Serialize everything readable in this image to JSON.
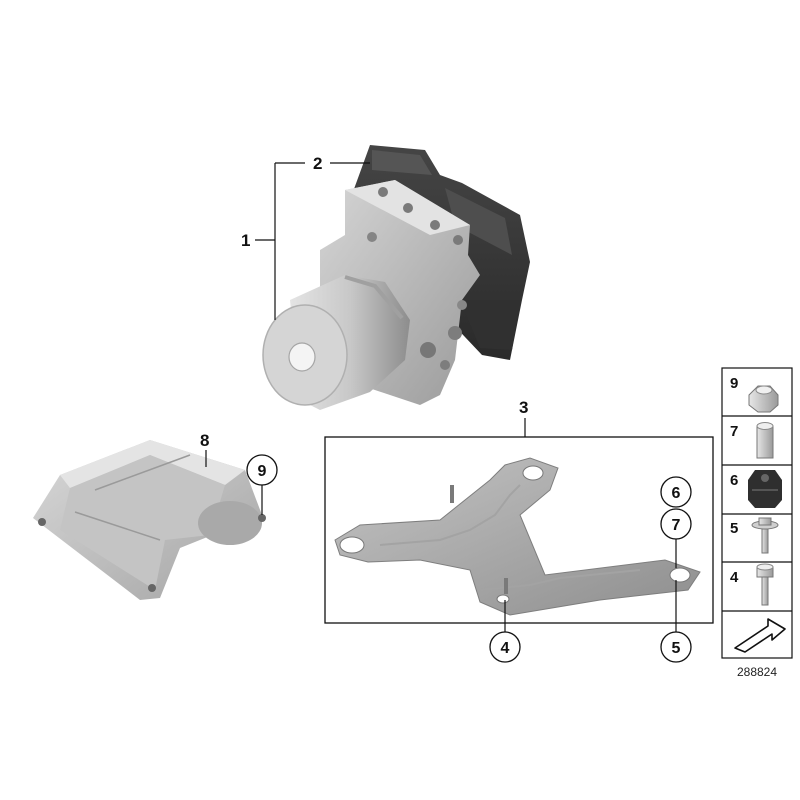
{
  "callouts": {
    "c1": "1",
    "c2": "2",
    "c3": "3",
    "c4": "4",
    "c5": "5",
    "c6": "6",
    "c7": "7",
    "c8": "8",
    "c9": "9"
  },
  "legend": {
    "items": [
      "9",
      "7",
      "6",
      "5",
      "4"
    ]
  },
  "diagram_code": "288824"
}
